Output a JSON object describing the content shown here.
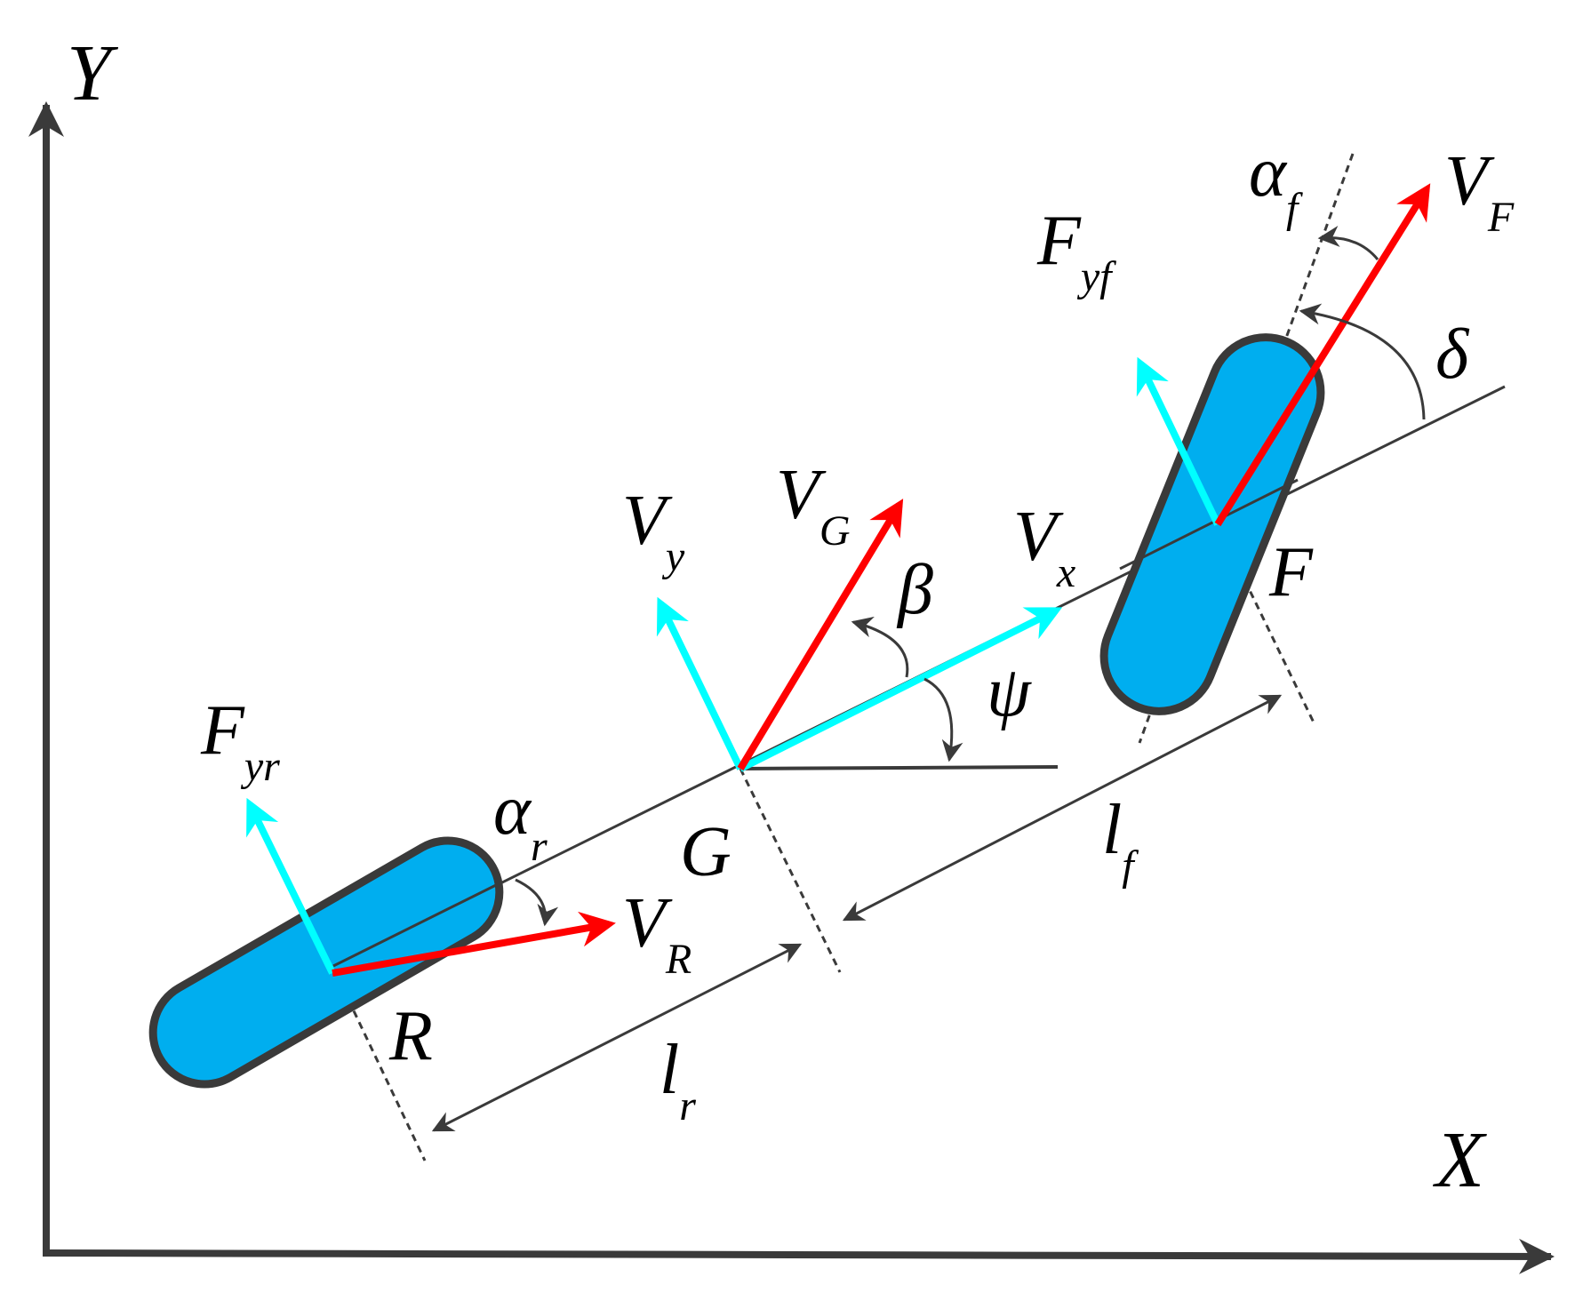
{
  "colors": {
    "axis": "#3a3a3a",
    "wheel_fill": "#00aeef",
    "wheel_stroke": "#3a3a3a",
    "velocity_arrow": "#ff0000",
    "body_axis_arrow": "#00ffff",
    "line": "#3a3a3a",
    "dashed_line": "#3a3a3a"
  },
  "axes": {
    "x_label": "X",
    "y_label": "Y"
  },
  "points": {
    "rear": "R",
    "center": "G",
    "front": "F"
  },
  "labels": {
    "F_yr": {
      "main": "F",
      "sub": "yr"
    },
    "F_yf": {
      "main": "F",
      "sub": "yf"
    },
    "V_y": {
      "main": "V",
      "sub": "y"
    },
    "V_x": {
      "main": "V",
      "sub": "x"
    },
    "V_G": {
      "main": "V",
      "sub": "G"
    },
    "V_F": {
      "main": "V",
      "sub": "F"
    },
    "V_R": {
      "main": "V",
      "sub": "R"
    },
    "alpha_r": {
      "main": "α",
      "sub": "r"
    },
    "alpha_f": {
      "main": "α",
      "sub": "f"
    },
    "l_r": {
      "main": "l",
      "sub": "r"
    },
    "l_f": {
      "main": "l",
      "sub": "f"
    },
    "beta": "β",
    "psi": "ψ",
    "delta": "δ"
  }
}
